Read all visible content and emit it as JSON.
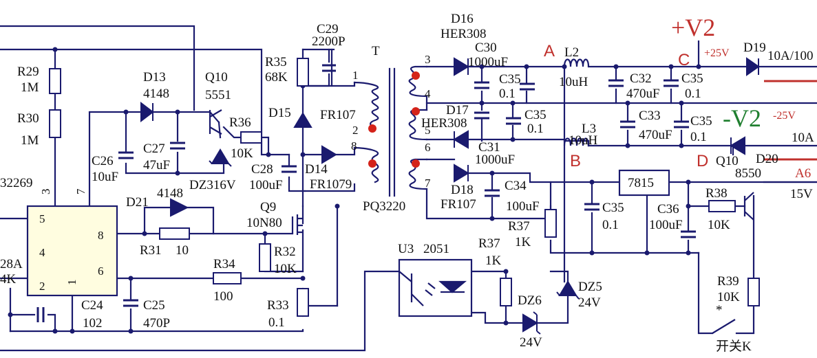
{
  "labels": {
    "R29": "R29",
    "R29v": "1M",
    "R30": "R30",
    "R30v": "1M",
    "D13": "D13",
    "D13v": "4148",
    "Q10": "Q10",
    "Q10v": "5551",
    "R36": "R36",
    "R36v": "10K",
    "C26": "C26",
    "C26v": "10uF",
    "C27": "C27",
    "C27v": "47uF",
    "DZ": "DZ316V",
    "R35": "R35",
    "R35v": "68K",
    "C29": "C29",
    "C29v": "2200P",
    "D15": "D15",
    "D15v": "FR107",
    "C28": "C28",
    "C28v": "100uF",
    "D14": "D14",
    "D14v": "FR1079",
    "T": "T",
    "Tname": "PQ3220",
    "D16": "D16",
    "D16v": "HER308",
    "C30": "C30",
    "C30v": "1000uF",
    "C35a": "C35",
    "C35av": "0.1",
    "D17": "D17",
    "D17v": "HER308",
    "C35b": "C35",
    "C35bv": "0.1",
    "C31": "C31",
    "C31v": "1000uF",
    "D18": "D18",
    "D18v": "FR107",
    "C34": "C34",
    "C34v": "100uF",
    "A": "A",
    "B": "B",
    "C": "C",
    "D": "D",
    "L2": "L2",
    "L2v": "10uH",
    "L3": "L3",
    "L3v": "10uH",
    "C32": "C32",
    "C32v": "470uF",
    "C33": "C33",
    "C33v": "470uF",
    "C35c": "C35",
    "C35cv": "0.1",
    "C35d": "C35",
    "C35dv": "0.1",
    "C35e": "C35",
    "C35ev": "0.1",
    "vplus": "+V2",
    "vplusv": "+25V",
    "vminus": "-V2",
    "vminusv": "-25V",
    "D19": "D19",
    "D19v": "10A/100",
    "D20": "D20",
    "D20v": "10A",
    "Q10b": "Q10",
    "Q10bv": "8550",
    "A6": "A6",
    "A6v": "15V",
    "reg": "7815",
    "C36": "C36",
    "C36v": "100uF",
    "R38": "R38",
    "R38v": "10K",
    "R37a": "R37",
    "R37av": "1K",
    "R37b": "R37",
    "R37bv": "1K",
    "U3": "U3",
    "U3v": "2051",
    "DZ5": "DZ5",
    "DZ5v": "24V",
    "DZ6": "DZ6",
    "DZ6v": "24V",
    "R39": "R39",
    "R39v": "10K",
    "sw_star": "*",
    "sw": "开关K",
    "D21": "D21",
    "D21v": "4148",
    "R31": "R31",
    "R31v": "10",
    "Q9": "Q9",
    "Q9v": "10N80",
    "R32": "R32",
    "R32v": "10K",
    "R34": "R34",
    "R34v": "100",
    "R33": "R33",
    "R33v": "0.1",
    "C24": "C24",
    "C24v": "102",
    "C25": "C25",
    "C25v": "470P",
    "ic": "32269",
    "icp5": "5",
    "icp4": "4",
    "icp2": "2",
    "icp1": "1",
    "icp8": "8",
    "icp6": "6",
    "icp3": "3",
    "icp7": "7",
    "left1": "28A",
    "left2": "4K",
    "tp3": "3",
    "tp4": "4",
    "tp5": "5",
    "tp6": "6",
    "tp7": "7",
    "tp1": "1",
    "tp2": "2",
    "tp8": "8"
  },
  "colors": {
    "wire": "#1a1a6e",
    "red": "#c0302c",
    "green": "#1f7f2f"
  }
}
